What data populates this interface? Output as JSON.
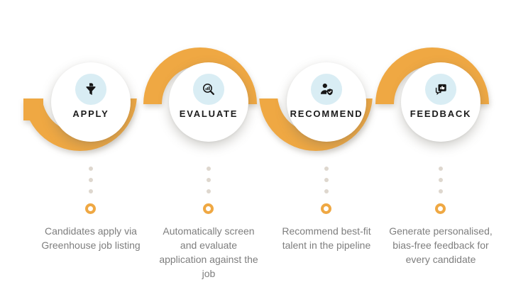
{
  "colors": {
    "accent": "#EFA843",
    "icon_bg": "#D9EDF4",
    "dot_color": "#DED7CE",
    "label_text": "#1C1C1C",
    "desc_text": "#7E7E7E",
    "icon_glyph": "#161616"
  },
  "steps": [
    {
      "label": "APPLY",
      "icon": "funnel-document-icon",
      "description": "Candidates apply via Greenhouse job listing"
    },
    {
      "label": "EVALUATE",
      "icon": "magnifier-chart-icon",
      "description": "Automatically screen and evaluate application against the job"
    },
    {
      "label": "RECOMMEND",
      "icon": "user-shield-icon",
      "description": "Recommend best-fit talent in the pipeline"
    },
    {
      "label": "FEEDBACK",
      "icon": "thumbs-up-feedback-icon",
      "description": "Generate personalised, bias-free feedback for every candidate"
    }
  ]
}
